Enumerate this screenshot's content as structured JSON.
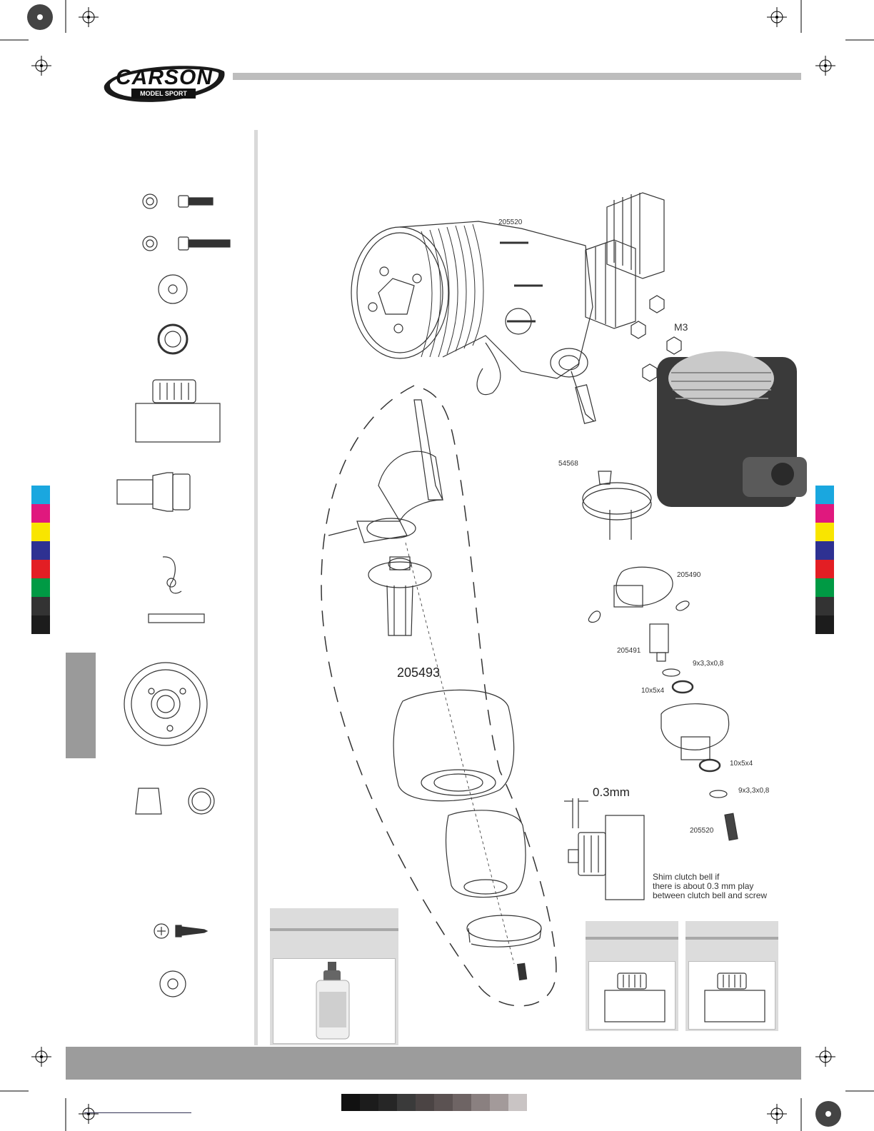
{
  "brand": {
    "logo_main": "CARSON",
    "logo_sub": "MODEL SPORT"
  },
  "diagram": {
    "labels": {
      "cooling_head_ref": "205520",
      "m3": "M3",
      "collet": "54568",
      "shoes": "205490",
      "nut": "205491",
      "washer_a": "9x3,3x0,8",
      "bearing_a": "10x5x4",
      "bearing_b": "10x5x4",
      "washer_b": "9x3,3x0,8",
      "screw": "205520",
      "air_filter_group": "205493",
      "gap": "0.3mm"
    },
    "note": "Shim clutch bell if\nthere is about 0.3 mm play\nbetween clutch bell and screw"
  },
  "color_bar": {
    "cmyk": [
      "#1aa7df",
      "#e0187e",
      "#f9e500",
      "#2e3192",
      "#e31e24",
      "#009a44",
      "#333333",
      "#1c1c1c"
    ],
    "grays": [
      "#111111",
      "#1c1c1c",
      "#262626",
      "#3a3a3a",
      "#4b4444",
      "#5b5252",
      "#6e6464",
      "#8a8080",
      "#a39a9a",
      "#c9c4c4"
    ]
  }
}
